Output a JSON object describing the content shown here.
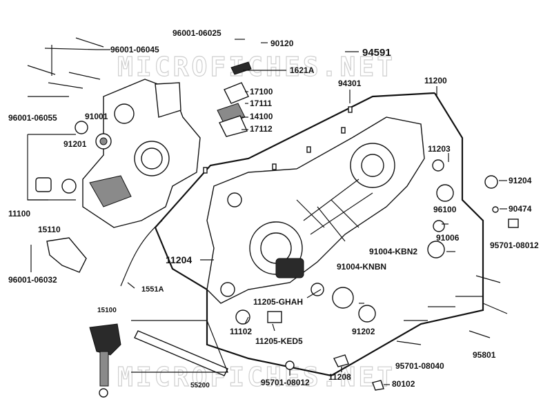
{
  "watermarks": [
    "MICROFICHES.NET",
    "MICROFICHES.NET"
  ],
  "part_labels": [
    "96001-06025",
    "90120",
    "94591",
    "96001-06045",
    "1621A",
    "17100",
    "17111",
    "14100",
    "17112",
    "94301",
    "11200",
    "96001-06055",
    "91001",
    "91201",
    "11203",
    "91204",
    "11100",
    "96100",
    "90474",
    "91006",
    "15110",
    "95701-08012",
    "91004-KBN2",
    "11204",
    "91004-KNBN",
    "96001-06032",
    "1551A",
    "11205-GHAH",
    "15100",
    "11102",
    "91202",
    "11205-KED5",
    "95701-08040",
    "95801",
    "55200",
    "95701-08012",
    "11208",
    "80102"
  ]
}
